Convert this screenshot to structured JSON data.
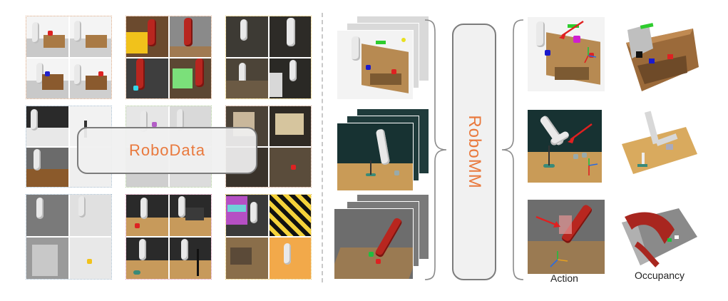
{
  "labels": {
    "robodata": "RoboData",
    "robomm": "RoboMM",
    "action": "Action",
    "occupancy": "Occupancy"
  },
  "colors": {
    "accent_text": "#e9793d",
    "box_border": "#7c7c7c",
    "box_fill": "#f0f0f0",
    "tile_border": "#d9a27a",
    "arrow_red": "#e02020",
    "robot_red": "#b8261f",
    "wood": "#b98a52"
  },
  "icons": [
    "curly-brace-icon",
    "red-arrow-icon",
    "robot-arm-icon",
    "coordinate-axes-icon"
  ]
}
